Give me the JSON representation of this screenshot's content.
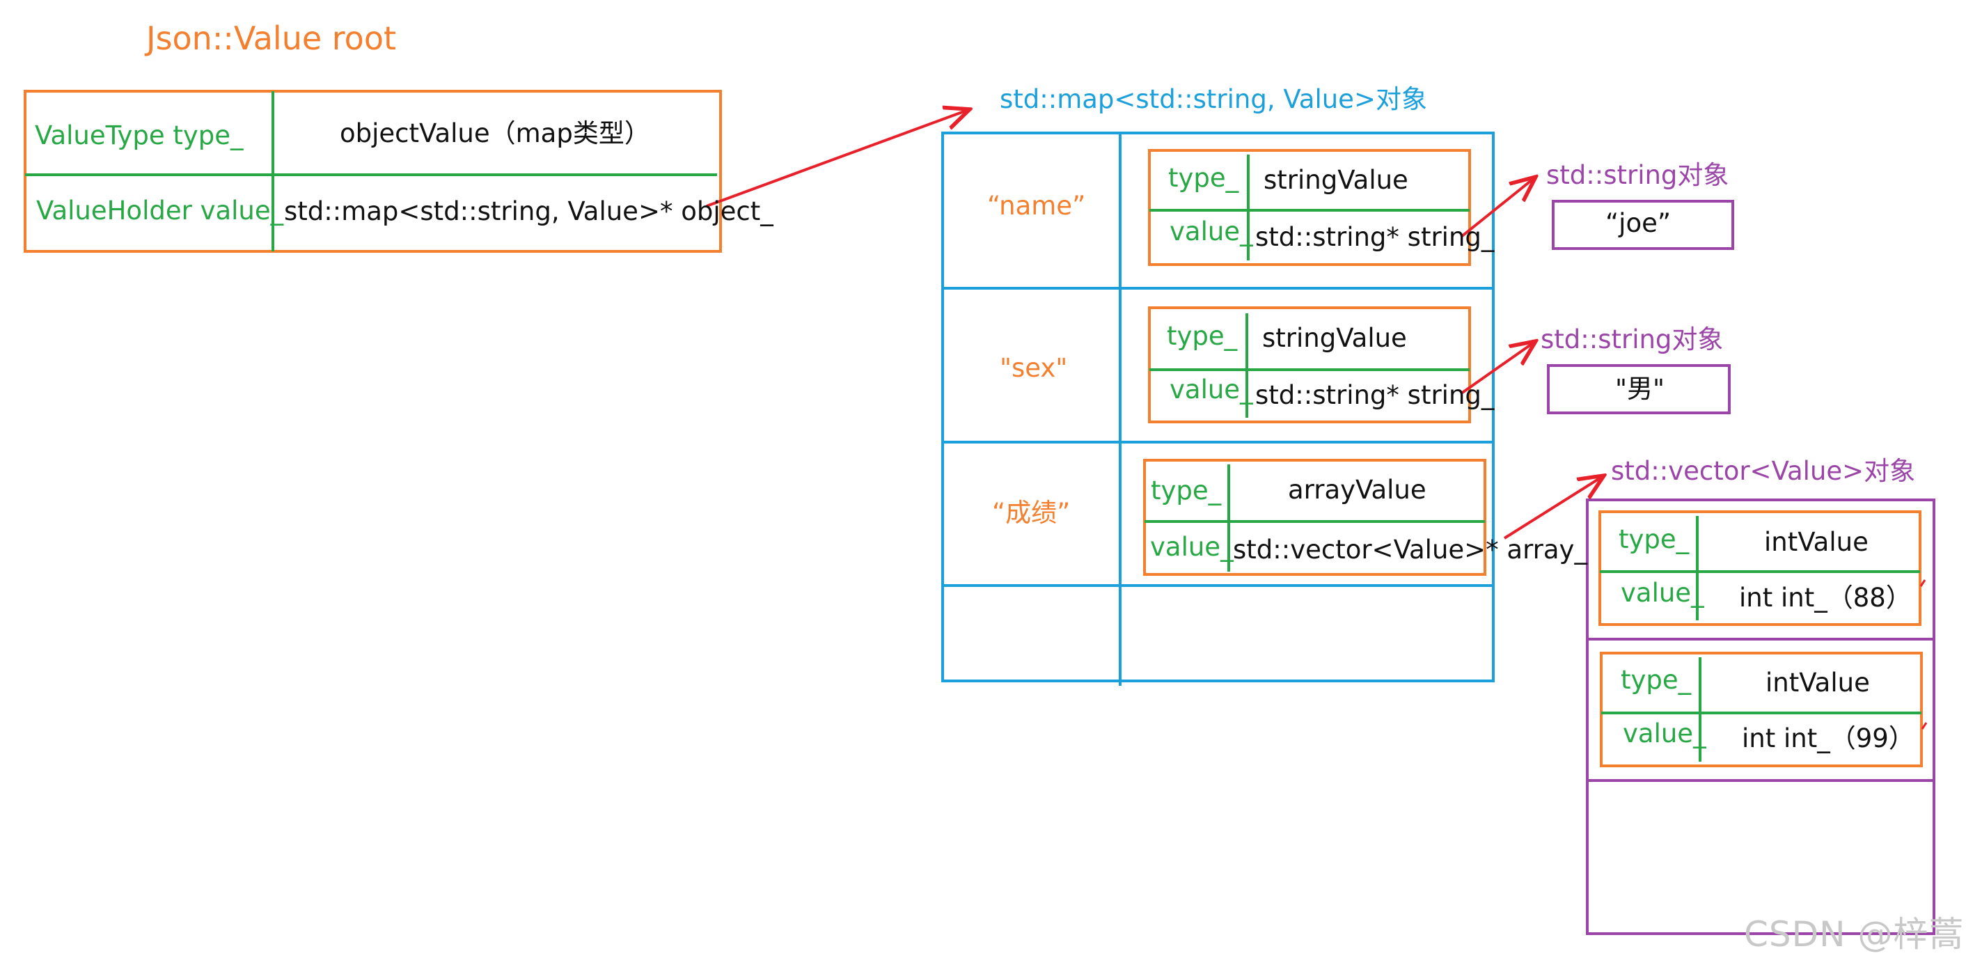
{
  "root": {
    "title": "Json::Value  root",
    "row1": {
      "left": "ValueType type_",
      "right": "objectValue（map类型）"
    },
    "row2": {
      "left": "ValueHolder value_",
      "right": "std::map<std::string, Value>* object_"
    }
  },
  "map": {
    "title": "std::map<std::string, Value>对象",
    "keys": [
      "“name”",
      "\"sex\"",
      "“成绩”"
    ],
    "entries": [
      {
        "type_label": "type_",
        "type_value": "stringValue",
        "value_label": "value_",
        "value_value": "std::string* string_"
      },
      {
        "type_label": "type_",
        "type_value": "stringValue",
        "value_label": "value_",
        "value_value": "std::string* string_"
      },
      {
        "type_label": "type_",
        "type_value": "arrayValue",
        "value_label": "value_",
        "value_value": "std::vector<Value>* array_"
      }
    ]
  },
  "strings": [
    {
      "title": "std::string对象",
      "value": "“joe”"
    },
    {
      "title": "std::string对象",
      "value": "\"男\""
    }
  ],
  "vector": {
    "title": "std::vector<Value>对象",
    "items": [
      {
        "type_label": "type_",
        "type_value": "intValue",
        "value_label": "value_",
        "value_value": "int int_（88）"
      },
      {
        "type_label": "type_",
        "type_value": "intValue",
        "value_label": "value_",
        "value_value": "int int_（99）"
      }
    ]
  },
  "watermark": "CSDN @梓蒿",
  "colors": {
    "orange": "#f47f2e",
    "green": "#27a844",
    "blue": "#1ba0dc",
    "purple": "#9b45a8",
    "red": "#e8202a"
  }
}
